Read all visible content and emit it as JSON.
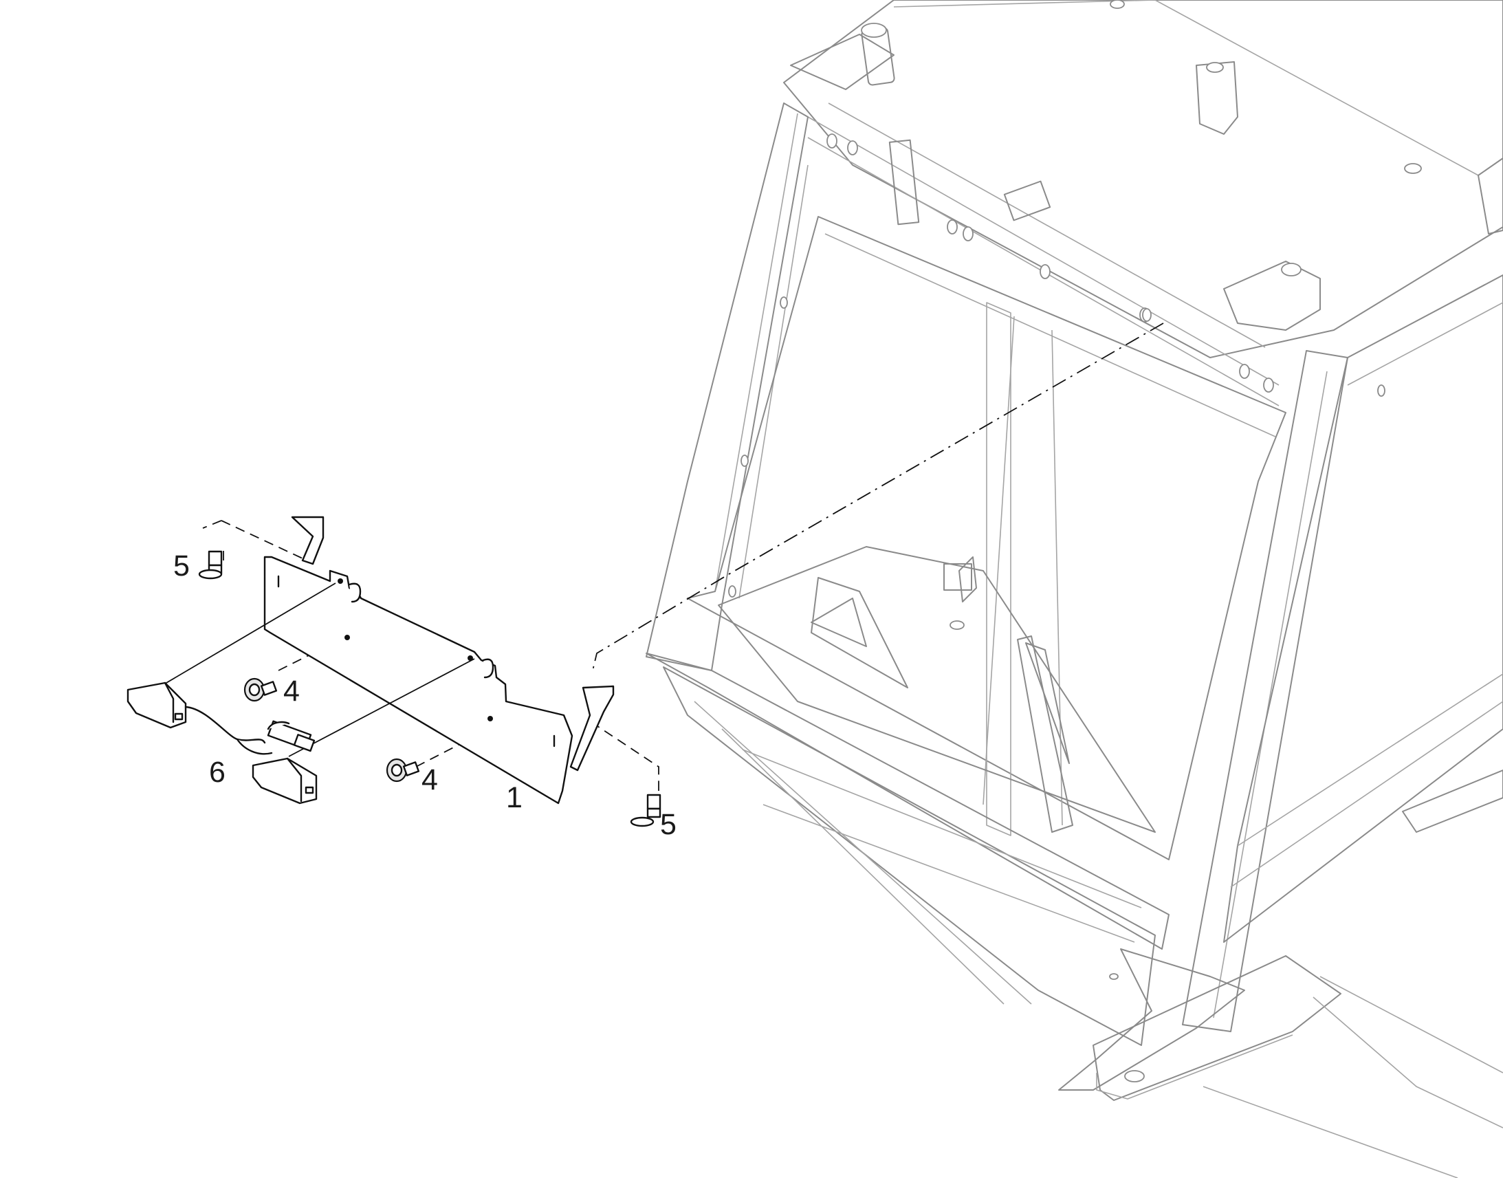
{
  "diagram": {
    "callouts": [
      {
        "id": "bracket",
        "label": "1"
      },
      {
        "id": "screw-upper",
        "label": "4"
      },
      {
        "id": "screw-lower",
        "label": "4"
      },
      {
        "id": "bolt-left",
        "label": "5"
      },
      {
        "id": "bolt-right",
        "label": "5"
      },
      {
        "id": "lamp-harness",
        "label": "6"
      }
    ]
  }
}
